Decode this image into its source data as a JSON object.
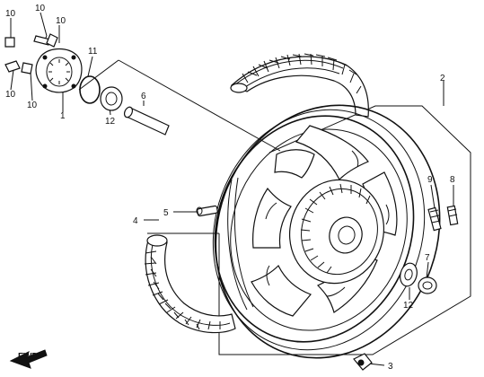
{
  "callouts": {
    "c1": "1",
    "c2": "2",
    "c3": "3",
    "c4": "4",
    "c5": "5",
    "c6": "6",
    "c7": "7",
    "c8": "8",
    "c9": "9",
    "c10a": "10",
    "c10b": "10",
    "c10c": "10",
    "c10d": "10",
    "c10e": "10",
    "c11": "11",
    "c12a": "12",
    "c12b": "12"
  },
  "fwd": "FWD"
}
